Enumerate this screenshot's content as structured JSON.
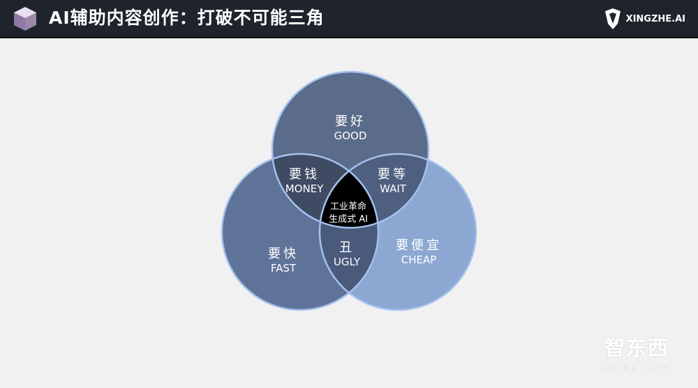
{
  "header": {
    "title": "AI辅助内容创作：打破不可能三角",
    "brand": "XINGZHE.AI"
  },
  "diagram": {
    "circles": [
      {
        "zh": "要好",
        "en": "GOOD",
        "color": "#5b6b8a"
      },
      {
        "zh": "要快",
        "en": "FAST",
        "color": "#5f7398"
      },
      {
        "zh": "要便宜",
        "en": "CHEAP",
        "color": "#8ba7d2"
      }
    ],
    "overlaps": [
      {
        "zh": "要钱",
        "en": "MONEY",
        "color": "#3f4b63"
      },
      {
        "zh": "要等",
        "en": "WAIT",
        "color": "#4f5f7f"
      },
      {
        "zh": "丑",
        "en": "UGLY",
        "color": "#4a5a7a"
      }
    ],
    "center": {
      "line1": "工业革命",
      "line2": "生成式 AI",
      "color": "#000000"
    },
    "border_color": "#a4c2ee"
  },
  "watermark": {
    "text": "智东西",
    "sub": "zhidx.com"
  }
}
